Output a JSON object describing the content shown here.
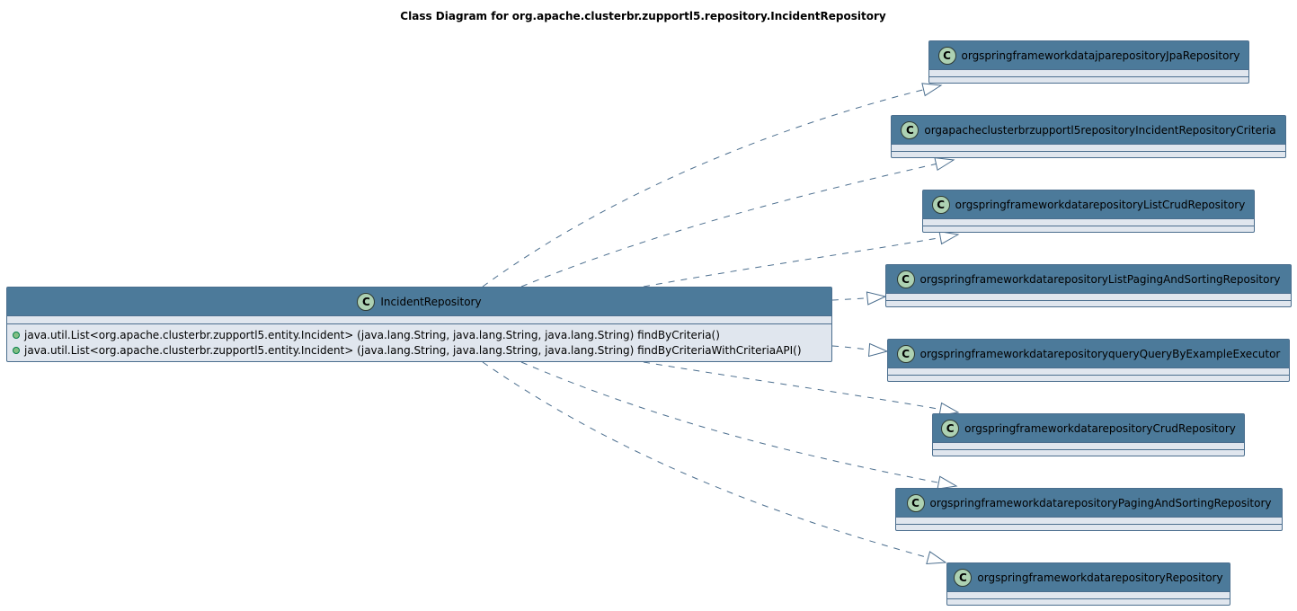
{
  "title": "Class Diagram for org.apache.clusterbr.zupportl5.repository.IncidentRepository",
  "colors": {
    "header_fill": "#4c7a9a",
    "body_fill": "#e0e6ee",
    "border": "#4b6e8e",
    "badge_fill": "#add1b2",
    "edge": "#4b6e8e",
    "public_dot": "#84be84"
  },
  "main_class": {
    "badge": "C",
    "name": "IncidentRepository",
    "methods": [
      {
        "visibility": "public",
        "signature": "java.util.List<org.apache.clusterbr.zupportl5.entity.Incident> (java.lang.String, java.lang.String, java.lang.String) findByCriteria()"
      },
      {
        "visibility": "public",
        "signature": "java.util.List<org.apache.clusterbr.zupportl5.entity.Incident> (java.lang.String, java.lang.String, java.lang.String) findByCriteriaWithCriteriaAPI()"
      }
    ]
  },
  "parents": [
    {
      "badge": "C",
      "name": "orgspringframeworkdatajparepositoryJpaRepository"
    },
    {
      "badge": "C",
      "name": "orgapacheclusterbrzupportl5repositoryIncidentRepositoryCriteria"
    },
    {
      "badge": "C",
      "name": "orgspringframeworkdatarepositoryListCrudRepository"
    },
    {
      "badge": "C",
      "name": "orgspringframeworkdatarepositoryListPagingAndSortingRepository"
    },
    {
      "badge": "C",
      "name": "orgspringframeworkdatarepositoryqueryQueryByExampleExecutor"
    },
    {
      "badge": "C",
      "name": "orgspringframeworkdatarepositoryCrudRepository"
    },
    {
      "badge": "C",
      "name": "orgspringframeworkdatarepositoryPagingAndSortingRepository"
    },
    {
      "badge": "C",
      "name": "orgspringframeworkdatarepositoryRepository"
    }
  ],
  "relations": [
    {
      "from": "IncidentRepository",
      "to": "orgspringframeworkdatajparepositoryJpaRepository",
      "type": "realization"
    },
    {
      "from": "IncidentRepository",
      "to": "orgapacheclusterbrzupportl5repositoryIncidentRepositoryCriteria",
      "type": "realization"
    },
    {
      "from": "IncidentRepository",
      "to": "orgspringframeworkdatarepositoryListCrudRepository",
      "type": "realization"
    },
    {
      "from": "IncidentRepository",
      "to": "orgspringframeworkdatarepositoryListPagingAndSortingRepository",
      "type": "realization"
    },
    {
      "from": "IncidentRepository",
      "to": "orgspringframeworkdatarepositoryqueryQueryByExampleExecutor",
      "type": "realization"
    },
    {
      "from": "IncidentRepository",
      "to": "orgspringframeworkdatarepositoryCrudRepository",
      "type": "realization"
    },
    {
      "from": "IncidentRepository",
      "to": "orgspringframeworkdatarepositoryPagingAndSortingRepository",
      "type": "realization"
    },
    {
      "from": "IncidentRepository",
      "to": "orgspringframeworkdatarepositoryRepository",
      "type": "realization"
    }
  ]
}
